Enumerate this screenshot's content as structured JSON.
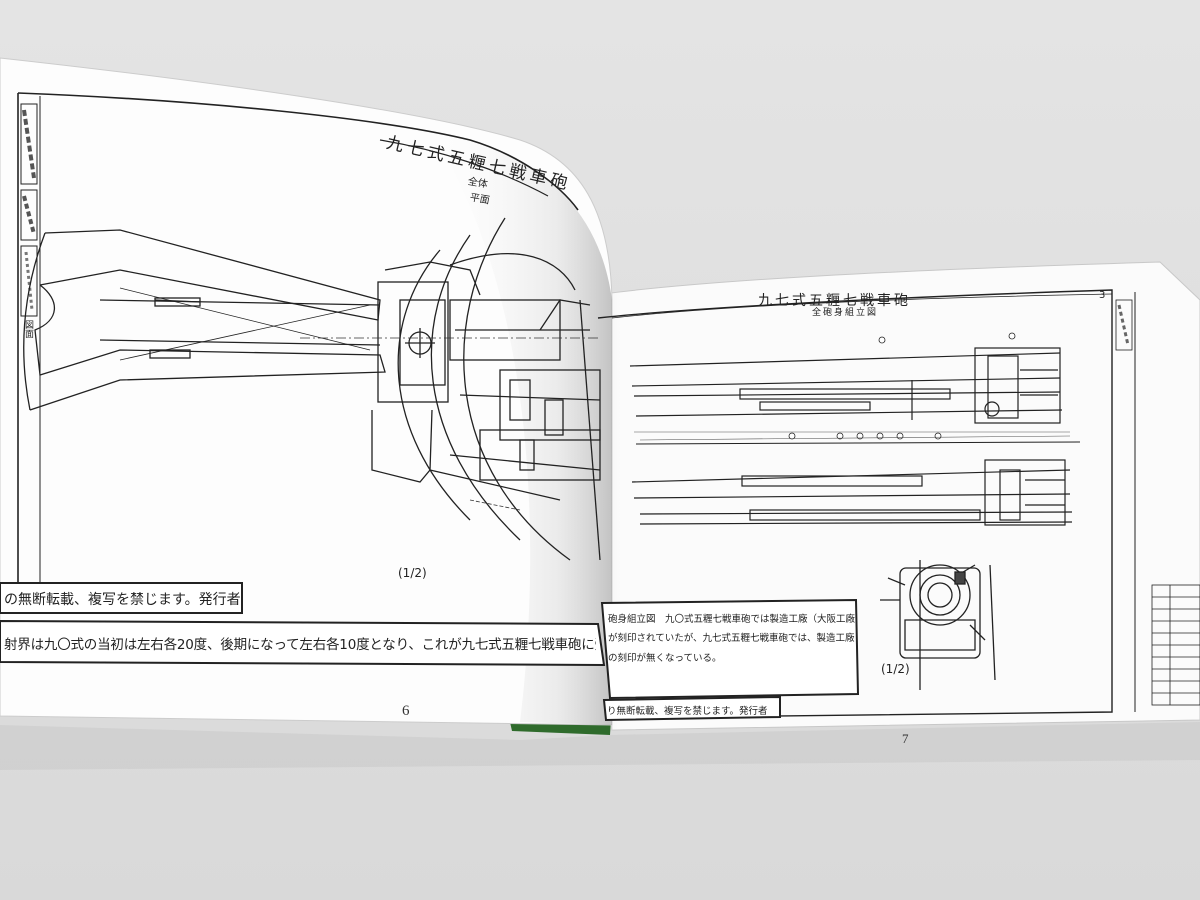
{
  "book": {
    "left_page": {
      "title": "九七式五糎七戦車砲",
      "sub_labels": [
        "全体",
        "平面"
      ],
      "side_labels": [
        "図面"
      ],
      "scale": "(1/2)",
      "notice": "の無断転載、複写を禁じます。発行者",
      "caption": "射界は九〇式の当初は左右各20度、後期になって左右各10度となり、これが九七式五糎七戦車砲に受け継がれた。",
      "page_number": "6"
    },
    "right_page": {
      "title": "九七式五糎七戦車砲",
      "subtitle": "全砲身組立図",
      "corner_number": "3",
      "scale": "(1/2)",
      "caption_lines": [
        "砲身組立図　九〇式五糎七戦車砲では製造工廠（大阪工廠",
        "が刻印されていたが、九七式五糎七戦車砲では、製造工廠",
        "の刻印が無くなっている。"
      ],
      "notice": "り無断転載、複写を禁じます。発行者",
      "page_number": "7"
    }
  },
  "colors": {
    "background": "#dedede",
    "paper": "#fbfbfb",
    "ink": "#222222",
    "cover_green": "#2f6b2c"
  }
}
